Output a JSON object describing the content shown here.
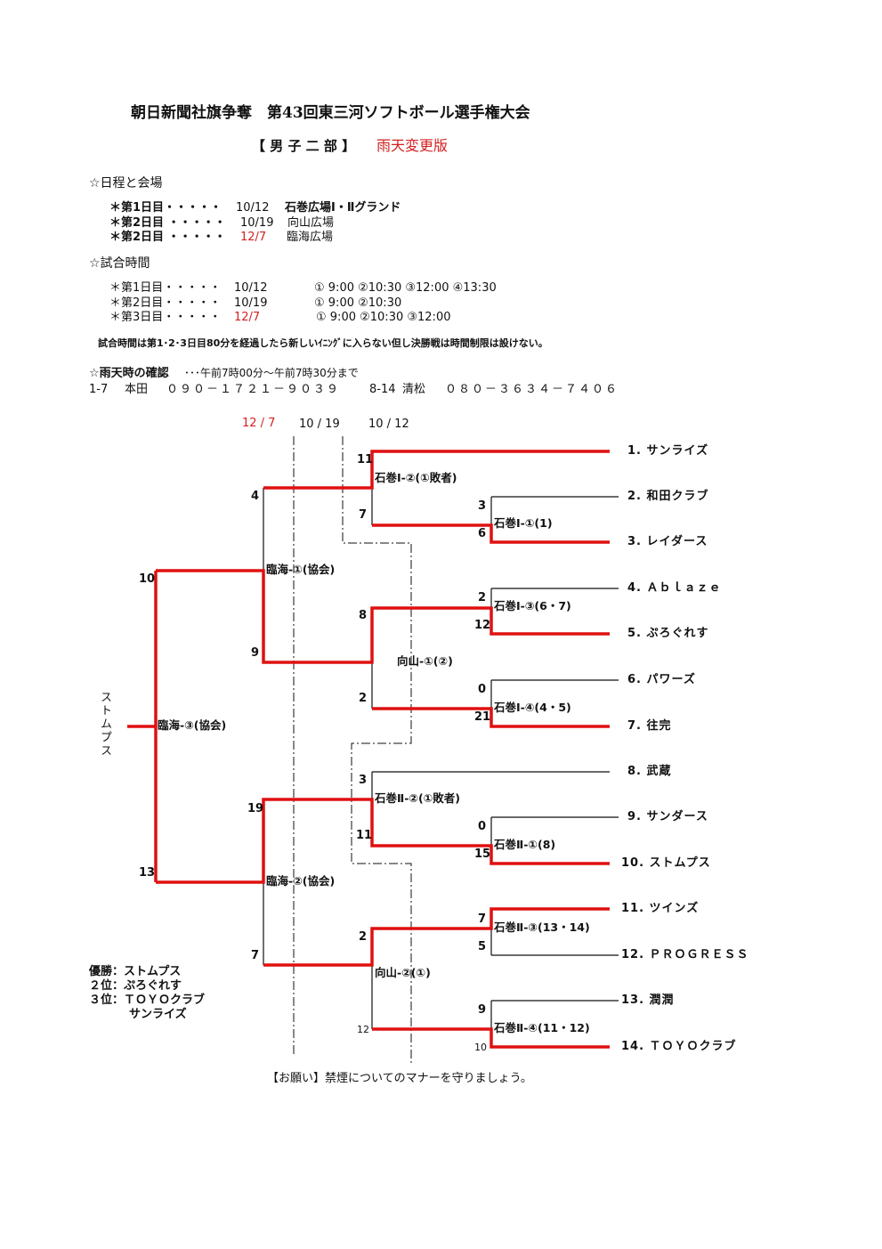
{
  "title": "朝日新聞社旗争奪　第43回東三河ソフトボール選手権大会",
  "subtitle": {
    "division": "【 男 子 二 部 】",
    "note": "雨天変更版"
  },
  "schedule": {
    "heading": "☆日程と会場",
    "rows": [
      {
        "day": "＊第1日目・・・・・",
        "date": "10/12",
        "venue": "石巻広場Ⅰ・Ⅱグランド"
      },
      {
        "day": "＊第2日目 ・・・・・",
        "date": "10/19",
        "venue": "向山広場"
      },
      {
        "day": "＊第2日目 ・・・・・",
        "date": "12/7",
        "venue": "臨海広場"
      }
    ]
  },
  "times": {
    "heading": "☆試合時間",
    "rows": [
      {
        "day": "＊第1日目・・・・・",
        "date": "10/12",
        "slots": "① 9:00 ②10:30 ③12:00 ④13:30"
      },
      {
        "day": "＊第2日目・・・・・",
        "date": "10/19",
        "slots": "① 9:00 ②10:30"
      },
      {
        "day": "＊第3日目・・・・・",
        "date": "12/7",
        "slots": "① 9:00 ②10:30 ③12:00"
      }
    ],
    "note": "試合時間は第1･2･3日目80分を経過したら新しいｲﾆﾝｸﾞに入らない但し決勝戦は時間制限は設けない。"
  },
  "rain": {
    "heading": "☆雨天時の確認",
    "hours": "･･･午前7時00分～午前7時30分まで",
    "contacts": [
      {
        "range": "1-7",
        "name": "本田",
        "phone": "０９０－１７２１－９０３９"
      },
      {
        "range": "8-14",
        "name": "清松",
        "phone": "０８０－３６３４－７４０６"
      }
    ]
  },
  "round_dates": [
    "12 / 7",
    "10 / 19",
    "10 / 12"
  ],
  "teams": [
    "1. サンライズ",
    "2. 和田クラブ",
    "3. レイダース",
    "4. Ａｂｌａｚｅ",
    "5. ぷろぐれす",
    "6. パワーズ",
    "7. 往完",
    "8. 武蔵",
    "9. サンダース",
    "10. ストムプス",
    "11. ツインズ",
    "12. ＰＲＯＧＲＥＳＳ",
    "13. 潤潤",
    "14. ＴＯＹＯクラブ"
  ],
  "matches": [
    {
      "label": "石巻Ⅰ-①(1)",
      "scores": [
        "3",
        "6"
      ]
    },
    {
      "label": "石巻Ⅰ-③(6・7)",
      "scores": [
        "2",
        "12"
      ]
    },
    {
      "label": "石巻Ⅰ-④(4・5)",
      "scores": [
        "0",
        "21"
      ]
    },
    {
      "label": "石巻Ⅱ-①(8)",
      "scores": [
        "0",
        "15"
      ]
    },
    {
      "label": "石巻Ⅱ-③(13・14)",
      "scores": [
        "7",
        "5"
      ]
    },
    {
      "label": "石巻Ⅱ-④(11・12)",
      "scores": [
        "9",
        "10"
      ]
    },
    {
      "label": "石巻Ⅰ-②(①敗者)",
      "scores": [
        "11",
        "7"
      ]
    },
    {
      "label": "向山-①(②)",
      "scores": [
        "8",
        "2"
      ]
    },
    {
      "label": "石巻Ⅱ-②(①敗者)",
      "scores": [
        "3",
        "11"
      ]
    },
    {
      "label": "向山-②(①)",
      "scores": [
        "2",
        "12"
      ]
    },
    {
      "label": "臨海-①(協会)",
      "scores": [
        "4",
        "9"
      ]
    },
    {
      "label": "臨海-②(協会)",
      "scores": [
        "19",
        "7"
      ]
    },
    {
      "label": "臨海-③(協会)",
      "scores": [
        "10",
        "13"
      ]
    }
  ],
  "champion_vertical": "ストムプス",
  "results": {
    "first": "優勝：ストムプス",
    "second": "２位：ぷろぐれす",
    "third": "３位：ＴＯＹＯクラブ",
    "third2": "サンライズ"
  },
  "footer": "【お願い】禁煙についてのマナーを守りましょう。",
  "colors": {
    "win": "#e01010",
    "line": "#111111",
    "accent": "#d42020"
  }
}
